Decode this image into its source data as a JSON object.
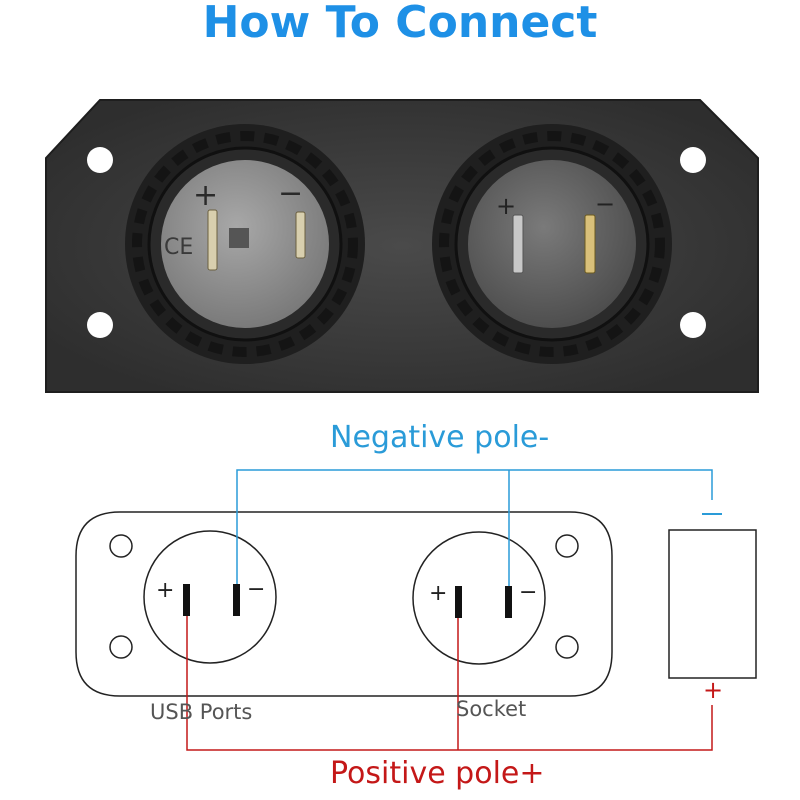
{
  "title": "How To Connect",
  "labels": {
    "negative": "Negative pole-",
    "positive": "Positive  pole+",
    "usb_ports": "USB Ports",
    "socket": "Socket"
  },
  "symbols": {
    "plus": "+",
    "minus": "−"
  },
  "colors": {
    "title": "#1e90e6",
    "negative_wire": "#2a9bd8",
    "positive_wire": "#c41818",
    "panel": "#3a3a3a"
  }
}
